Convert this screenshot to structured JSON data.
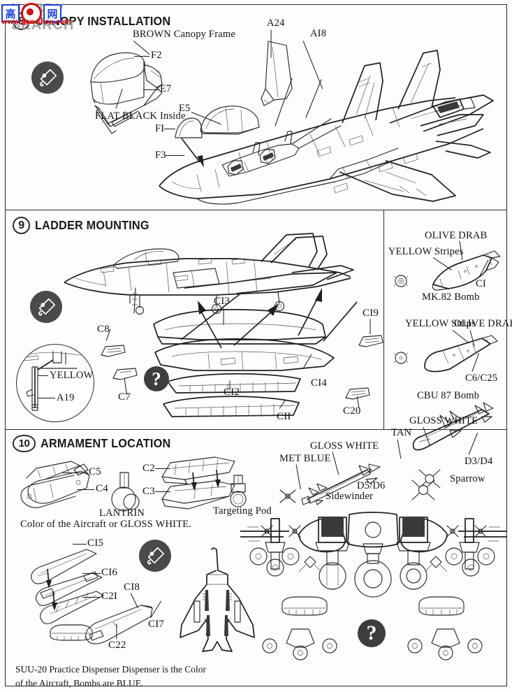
{
  "watermark": {
    "text": "HOBBY SEARCH",
    "logo_char_1": "高",
    "logo_char_2": "网",
    "url": "www.gao-shou.com"
  },
  "document": {
    "type": "model-kit-instruction-sheet",
    "subject": "F-15E Strike Eagle",
    "page_background": "#fdfdfb",
    "ink_color": "#2b2b2b"
  },
  "sections": [
    {
      "number": "8",
      "title": "CANOPY INSTALLATION",
      "paint_badge": "paint-bottle-icon",
      "labels": [
        {
          "id": "brown-canopy-frame",
          "text": "BROWN Canopy Frame"
        },
        {
          "id": "f2",
          "text": "F2"
        },
        {
          "id": "e7",
          "text": "E7"
        },
        {
          "id": "flat-black-inside",
          "text": "FLAT BLACK Inside"
        },
        {
          "id": "e5",
          "text": "E5"
        },
        {
          "id": "f1",
          "text": "FI"
        },
        {
          "id": "f3",
          "text": "F3"
        },
        {
          "id": "a24",
          "text": "A24"
        },
        {
          "id": "a18",
          "text": "AI8"
        }
      ]
    },
    {
      "number": "9",
      "title": "LADDER MOUNTING",
      "paint_badge": "paint-bottle-icon",
      "question_badge": "?",
      "inset": {
        "labels": [
          {
            "id": "yellow",
            "text": "YELLOW"
          },
          {
            "id": "a19",
            "text": "A19"
          }
        ]
      },
      "labels": [
        {
          "id": "c8",
          "text": "C8"
        },
        {
          "id": "c7",
          "text": "C7"
        },
        {
          "id": "c13",
          "text": "CI3"
        },
        {
          "id": "c12",
          "text": "CI2"
        },
        {
          "id": "c11",
          "text": "CII"
        },
        {
          "id": "c14",
          "text": "CI4"
        },
        {
          "id": "c19",
          "text": "CI9"
        },
        {
          "id": "c20",
          "text": "C20"
        }
      ]
    },
    {
      "number": "10",
      "title": "ARMAMENT LOCATION",
      "paint_badge": "paint-bottle-icon",
      "question_badge": "?",
      "labels": [
        {
          "id": "c5",
          "text": "C5"
        },
        {
          "id": "c4",
          "text": "C4"
        },
        {
          "id": "lantrin",
          "text": "LANTRIN"
        },
        {
          "id": "aircraft-color-note",
          "text": "Color of the Aircraft or GLOSS WHITE."
        },
        {
          "id": "c2",
          "text": "C2"
        },
        {
          "id": "c3",
          "text": "C3"
        },
        {
          "id": "targeting-pod",
          "text": "Targeting Pod"
        },
        {
          "id": "c15",
          "text": "CI5"
        },
        {
          "id": "c16",
          "text": "CI6"
        },
        {
          "id": "c21",
          "text": "C2I"
        },
        {
          "id": "c18",
          "text": "CI8"
        },
        {
          "id": "c17",
          "text": "CI7"
        },
        {
          "id": "c22",
          "text": "C22"
        },
        {
          "id": "gloss-white-sidewinder",
          "text": "GLOSS WHITE"
        },
        {
          "id": "met-blue",
          "text": "MET BLUE"
        },
        {
          "id": "d5-d6",
          "text": "D5/D6"
        },
        {
          "id": "sidewinder",
          "text": "Sidewinder"
        },
        {
          "id": "d3-d4-bottom",
          "text": "D3/D4"
        },
        {
          "id": "sparrow-bottom",
          "text": "Sparrow"
        }
      ],
      "bottom_note_line_1": "SUU-20 Practice Dispenser Dispenser is the Color",
      "bottom_note_line_2": "of the Aircraft, Bombs are BLUE."
    }
  ],
  "ordnance_panel": {
    "items": [
      {
        "name": "MK.82 Bomb",
        "labels": [
          {
            "id": "olive-drab-mk82",
            "text": "OLIVE DRAB"
          },
          {
            "id": "yellow-stripes-mk82",
            "text": "YELLOW Stripes"
          },
          {
            "id": "c1",
            "text": "CI"
          }
        ],
        "caption": "MK.82 Bomb"
      },
      {
        "name": "CBU 87 Bomb",
        "labels": [
          {
            "id": "yellow-strips-cbu",
            "text": "YELLOW Strips"
          },
          {
            "id": "olive-drab-cbu",
            "text": "OLIVE DRAB"
          },
          {
            "id": "c6-c25",
            "text": "C6/C25"
          }
        ],
        "caption": "CBU 87 Bomb"
      },
      {
        "name": "Sparrow",
        "labels": [
          {
            "id": "gloss-white-sparrow",
            "text": "GLOSS WHITE"
          },
          {
            "id": "tan",
            "text": "TAN"
          },
          {
            "id": "d3-d4",
            "text": "D3/D4"
          }
        ],
        "caption": "Sparrow"
      }
    ]
  }
}
